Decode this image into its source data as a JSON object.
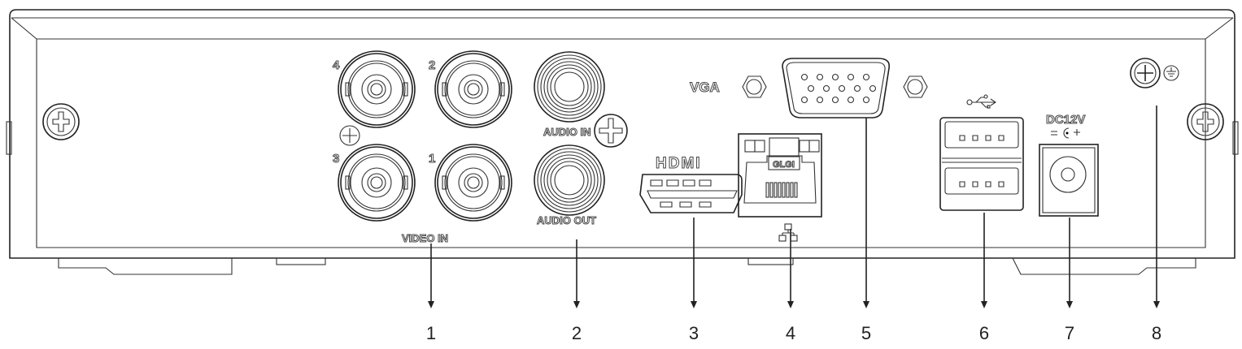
{
  "diagram": {
    "labels": {
      "video_in": "VIDEO IN",
      "audio_in": "AUDIO IN",
      "audio_out": "AUDIO OUT",
      "vga": "VGA",
      "hdmi": "HDMI",
      "lan": "GLGI",
      "dc": "DC12V"
    },
    "bnc_numbers": [
      "4",
      "2",
      "3",
      "1"
    ],
    "callouts": [
      "1",
      "2",
      "3",
      "4",
      "5",
      "6",
      "7",
      "8"
    ]
  }
}
